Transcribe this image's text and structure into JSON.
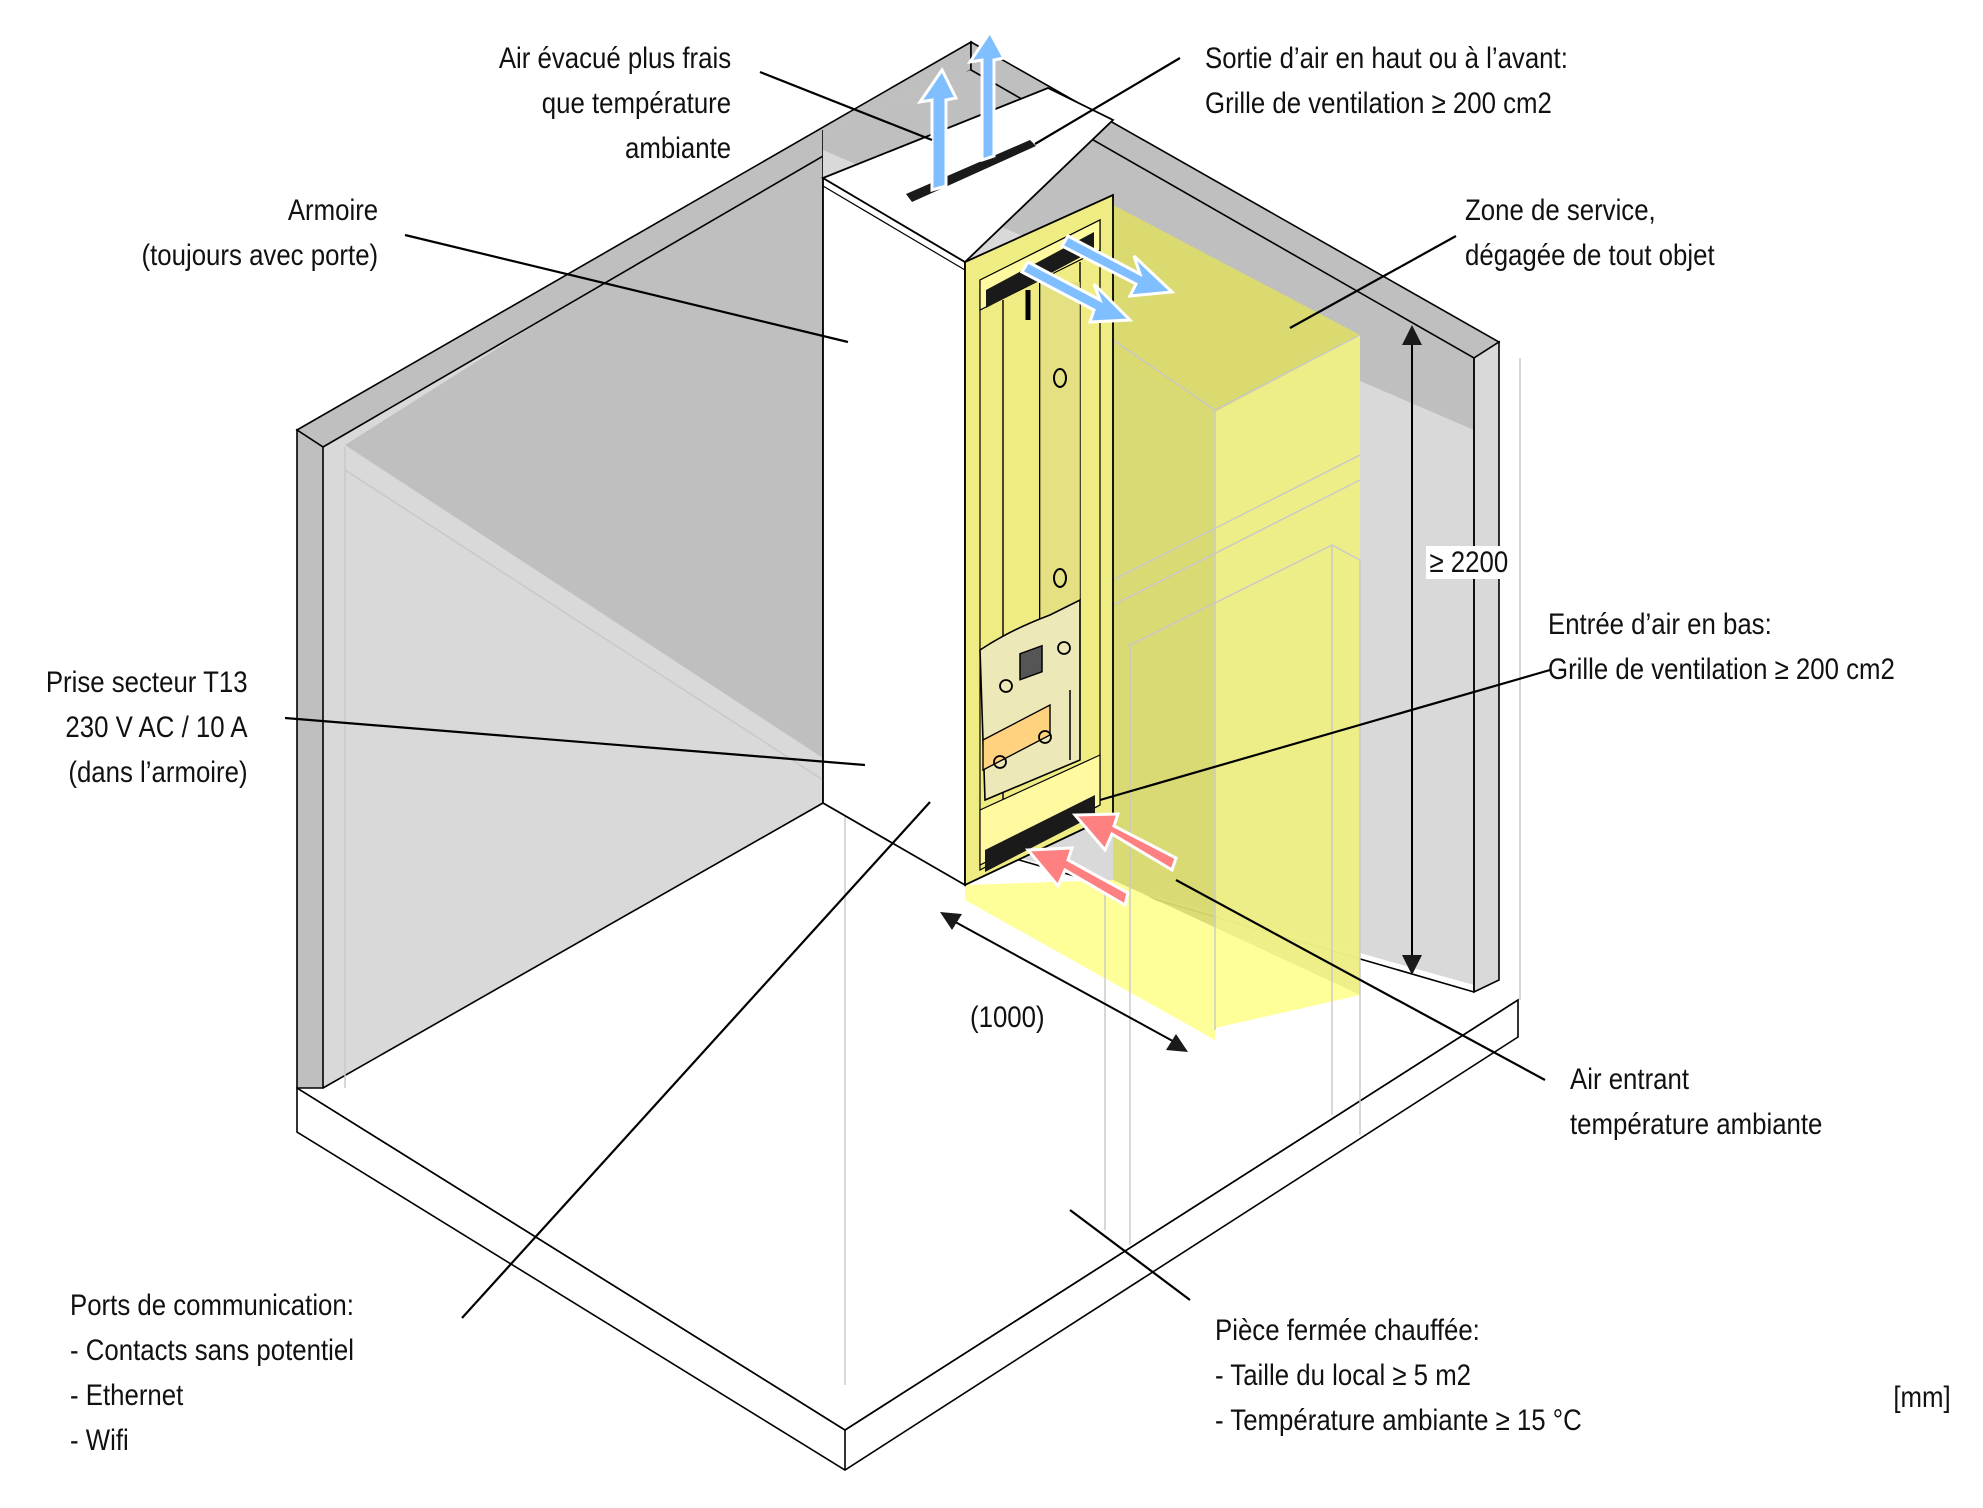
{
  "diagram": {
    "units": "[mm]",
    "colors": {
      "wall_top": "#bfbfbf",
      "wall_face": "#d9d9d9",
      "floor": "#ffffff",
      "service_zone": "#ffff99",
      "service_zone_dark": "#dada70",
      "cabinet_front": "#f0ec84",
      "air_out": "#80bfff",
      "air_in": "#ff8080",
      "module_orange": "#ffd27f"
    },
    "labels": {
      "exhaust_air": [
        "Air évacué plus frais",
        "que température",
        "ambiante"
      ],
      "air_outlet": [
        "Sortie d’air en haut ou à l’avant:",
        "Grille de ventilation ≥ 200 cm2"
      ],
      "cabinet": [
        "Armoire",
        "(toujours avec porte)"
      ],
      "service_zone": [
        "Zone de service,",
        "dégagée de tout objet"
      ],
      "height_dim": "≥ 2200",
      "air_inlet": [
        "Entrée d’air en bas:",
        "Grille de ventilation ≥ 200 cm2"
      ],
      "power_socket": [
        "Prise secteur T13",
        "230 V AC / 10 A",
        "(dans l’armoire)"
      ],
      "depth_dim": "(1000)",
      "incoming_air": [
        "Air entrant",
        "température ambiante"
      ],
      "comm_ports": [
        "Ports de communication:",
        "- Contacts sans potentiel",
        "- Ethernet",
        "- Wifi"
      ],
      "room": [
        "Pièce fermée chauffée:",
        "- Taille du local ≥ 5 m2",
        "- Température ambiante ≥ 15 °C"
      ]
    }
  }
}
